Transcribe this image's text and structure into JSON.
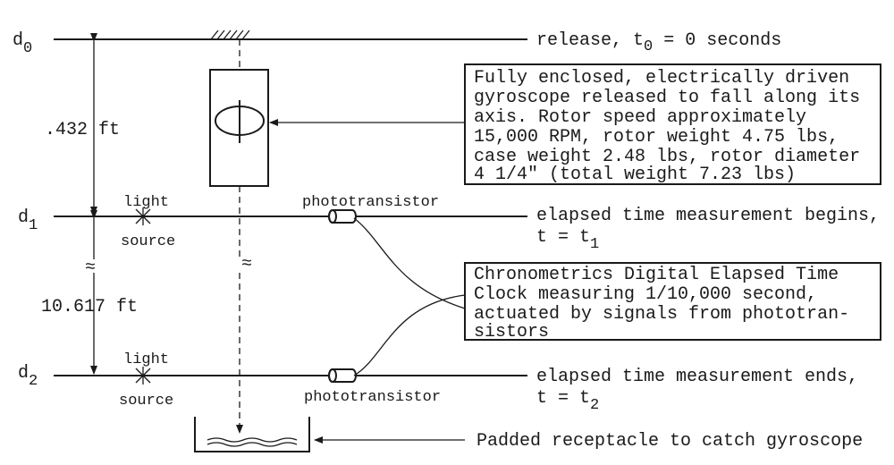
{
  "levels": {
    "d0": {
      "letter": "d",
      "sub": "0"
    },
    "d1": {
      "letter": "d",
      "sub": "1"
    },
    "d2": {
      "letter": "d",
      "sub": "2"
    }
  },
  "dimensions": {
    "upper": ".432 ft",
    "lower": "10.617 ft"
  },
  "light_source": {
    "line1": "light",
    "line2": "source"
  },
  "phototransistor": "phototransistor",
  "release": {
    "text": "release, t",
    "sub": "0",
    "rest": " = 0 seconds"
  },
  "begin": {
    "line1": "elapsed time measurement begins,",
    "line2": "t = t",
    "sub": "1"
  },
  "end": {
    "line1": "elapsed time measurement ends,",
    "line2": "t = t",
    "sub": "2"
  },
  "gyro_box": {
    "lines": [
      "Fully enclosed, electrically driven",
      "gyroscope released to fall along its",
      "axis. Rotor speed approximately",
      "15,000 RPM, rotor weight 4.75 lbs,",
      "case weight 2.48 lbs, rotor diameter",
      "4 1/4\" (total weight 7.23 lbs)"
    ]
  },
  "clock_box": {
    "lines": [
      "Chronometrics Digital Elapsed Time",
      "Clock measuring 1/10,000 second,",
      "actuated by signals from phototran-",
      "sistors"
    ]
  },
  "receptacle": "Padded receptacle to catch gyroscope"
}
